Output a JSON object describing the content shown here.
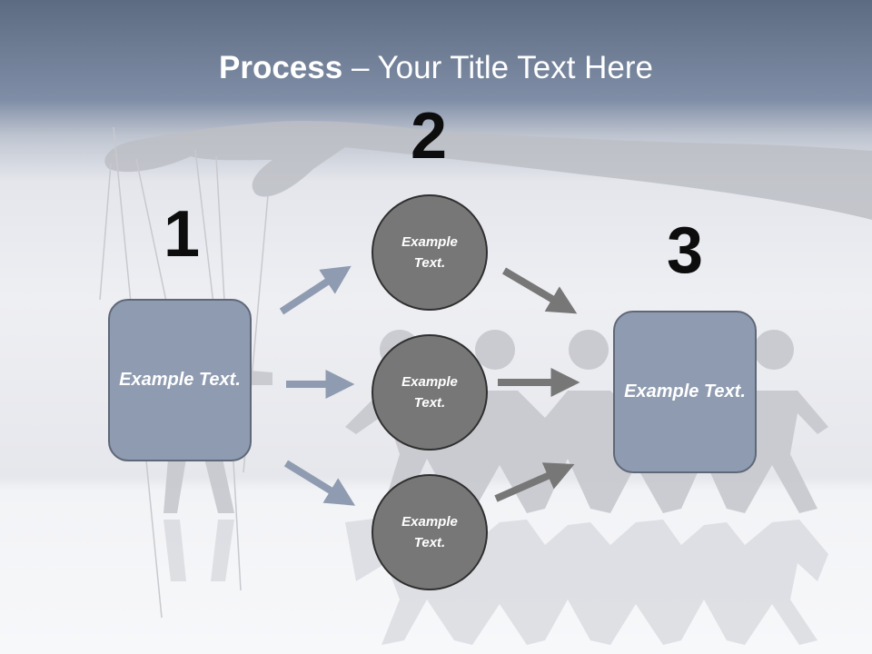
{
  "title": {
    "bold": "Process",
    "rest": " – Your Title Text Here"
  },
  "steps": [
    {
      "number": "1",
      "text": "Example Text."
    },
    {
      "number": "2"
    },
    {
      "number": "3",
      "text": "Example Text."
    }
  ],
  "circles": [
    {
      "text": "Example Text."
    },
    {
      "text": "Example Text."
    },
    {
      "text": "Example Text."
    }
  ],
  "colors": {
    "box_fill": "#8e9bb0",
    "circle_fill": "#777777",
    "arrow_left": "#8f9bb0",
    "arrow_right": "#777777"
  }
}
